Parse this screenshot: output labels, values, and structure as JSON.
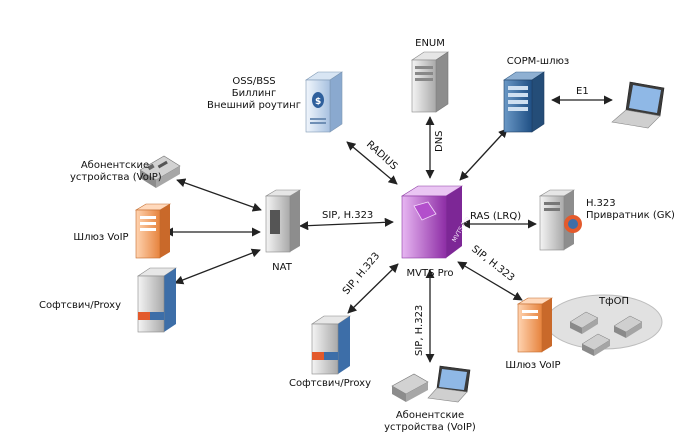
{
  "nodes": {
    "oss": [
      "OSS/BSS",
      "Биллинг",
      "Внешний роутинг"
    ],
    "enum": "ENUM",
    "sorm": "СОРМ-шлюз",
    "e1": "E1",
    "subscriber_top": [
      "Абонентские",
      "устройства (VoIP)"
    ],
    "gateway_left": "Шлюз VoIP",
    "softswitch_left": "Софтсвич/Proxy",
    "nat": "NAT",
    "mvts": "MVTS Pro",
    "gk": [
      "H.323",
      "Привратник (GK)"
    ],
    "pstn": "ТфОП",
    "gateway_right": "Шлюз VoIP",
    "softswitch_bottom": "Софтсвич/Proxy",
    "subscriber_bottom": [
      "Абонентские",
      "устройства (VoIP)"
    ]
  },
  "edges": {
    "radius": "RADIUS",
    "dns": "DNS",
    "sip_nat": "SIP, H.323",
    "ras": "RAS (LRQ)",
    "sip_softswitch": "SIP, H.323",
    "sip_subscriber": "SIP, H.323",
    "sip_gateway": "SIP, H.323"
  }
}
